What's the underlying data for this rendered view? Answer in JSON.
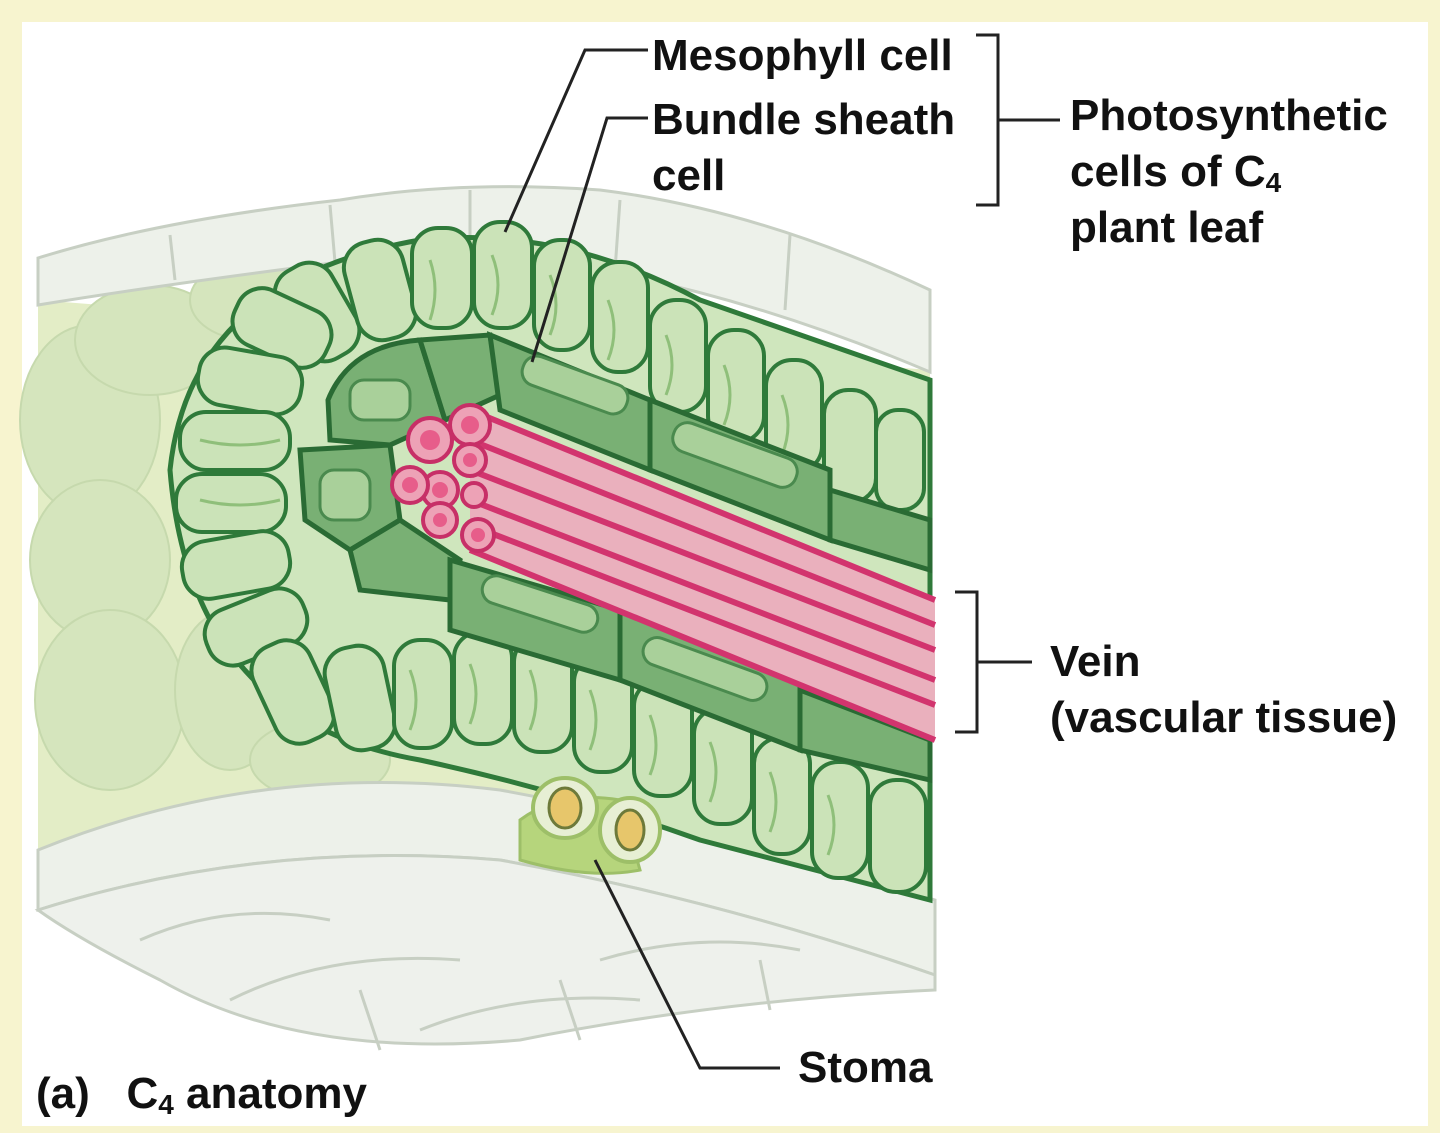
{
  "labels": {
    "mesophyll": "Mesophyll cell",
    "bundle_sheath_line1": "Bundle sheath",
    "bundle_sheath_line2": "cell",
    "photosynthetic_line1": "Photosynthetic",
    "photosynthetic_line2_prefix": "cells of C",
    "photosynthetic_line2_sub": "4",
    "photosynthetic_line3": "plant leaf",
    "vein_line1": "Vein",
    "vein_line2": "(vascular tissue)",
    "stoma": "Stoma",
    "caption_part": "(a)",
    "caption_prefix": "C",
    "caption_sub": "4",
    "caption_suffix": " anatomy"
  },
  "colors": {
    "background": "#f7f4cf",
    "mesophyll_fill": "#c9e2b6",
    "bundle_sheath_fill": "#5e9e5c",
    "cell_outline": "#2f7a3a",
    "vein_fill": "#eab0bd",
    "vein_stripe": "#d2346e",
    "epidermis": "#eef2ea",
    "spongy": "#d9e8c2"
  }
}
